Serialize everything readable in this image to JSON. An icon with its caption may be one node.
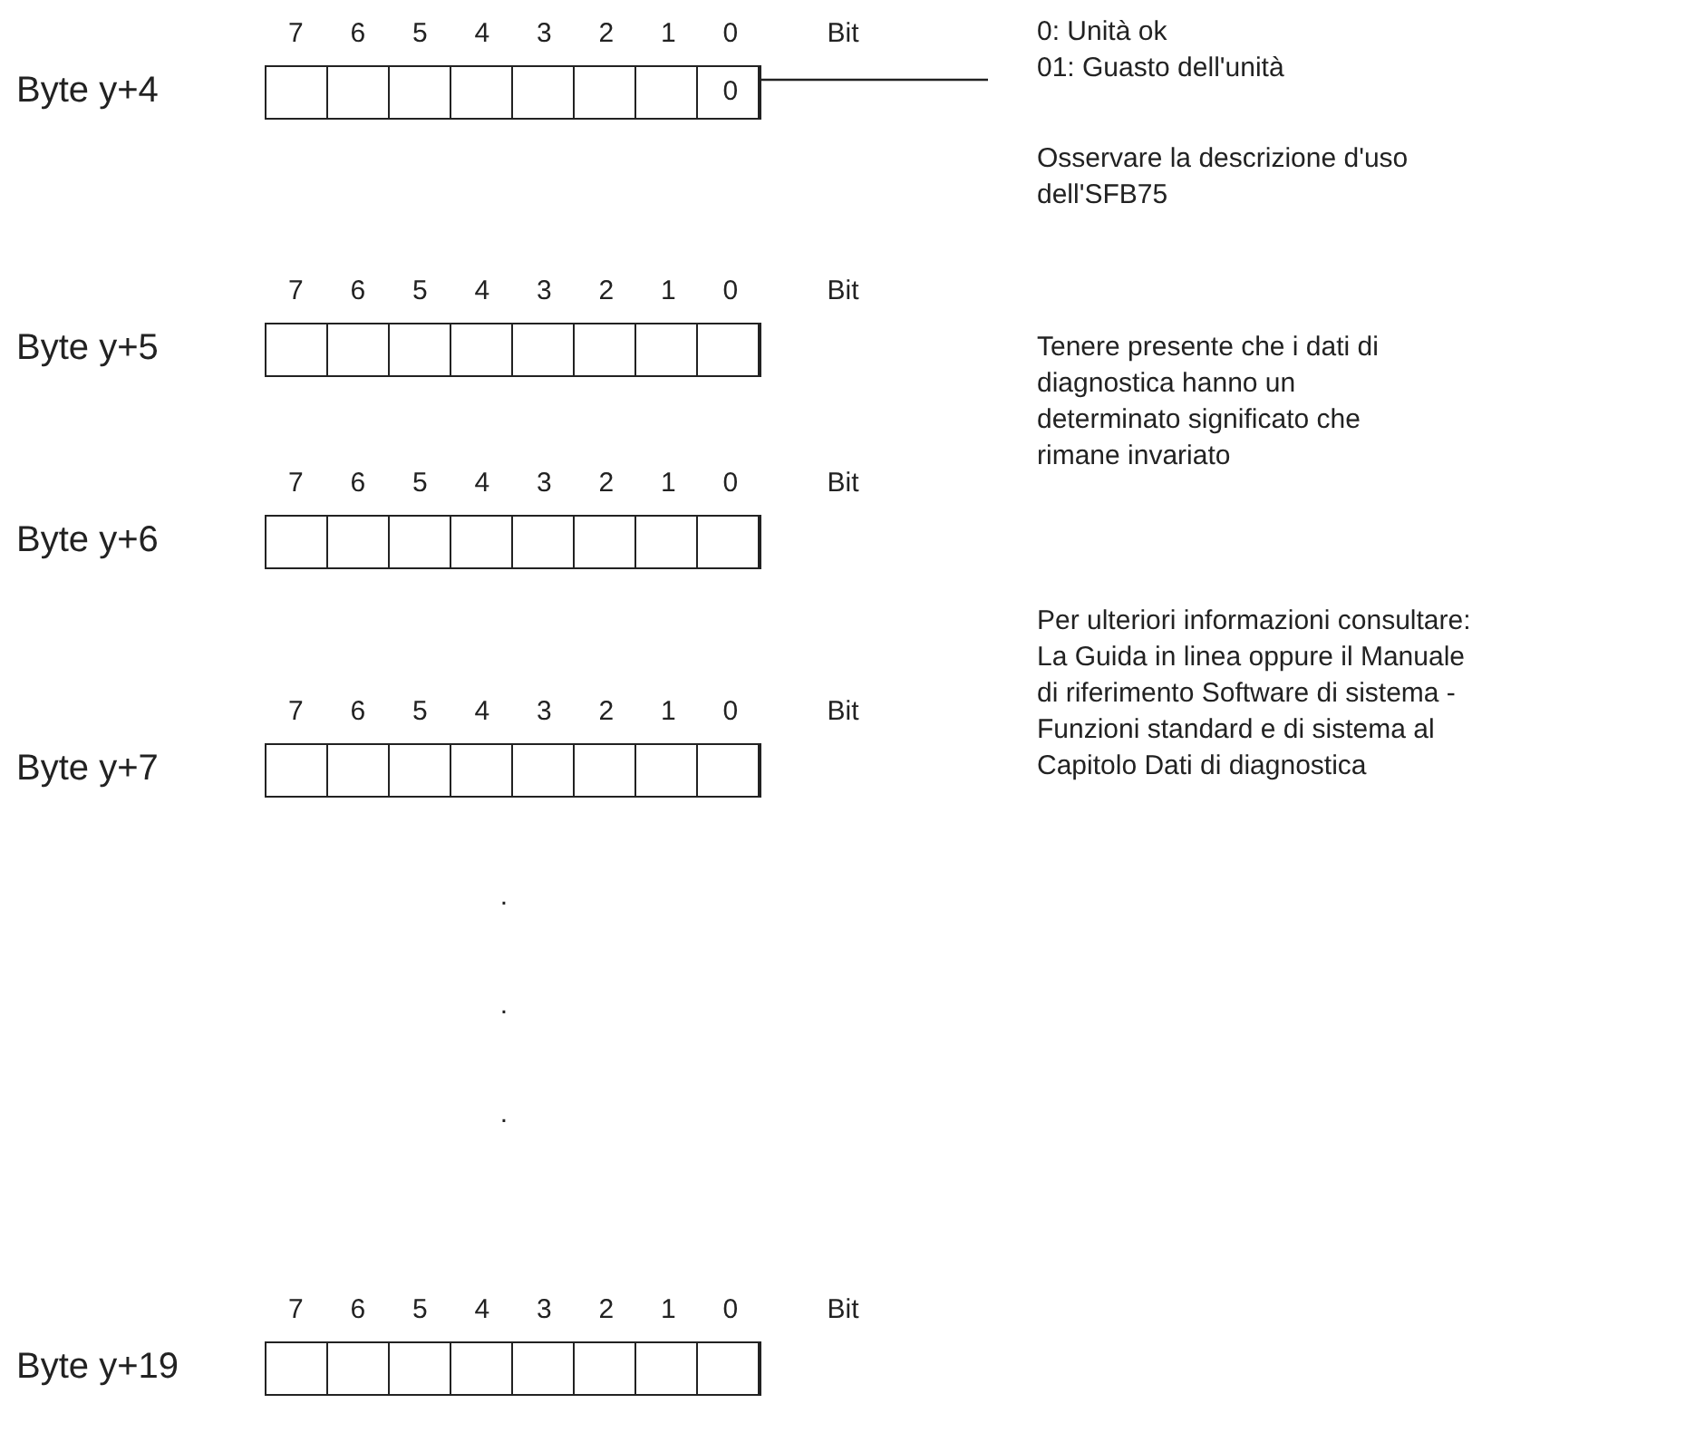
{
  "diagram": {
    "nodes": [
      {
        "text": [
          "Byte y+4"
        ],
        "beside": [
          "7",
          "6",
          "5",
          "4",
          "3",
          "2",
          "1",
          "0",
          "Bit"
        ]
      },
      {
        "text": [
          "Byte y+5"
        ],
        "beside": [
          "7",
          "6",
          "5",
          "4",
          "3",
          "2",
          "1",
          "0",
          "Bit"
        ]
      },
      {
        "text": [
          "Byte y+6"
        ],
        "beside": [
          "7",
          "6",
          "5",
          "4",
          "3",
          "2",
          "1",
          "0",
          "Bit"
        ]
      },
      {
        "text": [
          "Byte y+7"
        ],
        "beside": [
          "7",
          "6",
          "5",
          "4",
          "3",
          "2",
          "1",
          "0",
          "Bit"
        ]
      },
      {
        "text": [
          "Byte y+19"
        ],
        "beside": [
          "7",
          "6",
          "5",
          "4",
          "3",
          "2",
          "1",
          "0",
          "Bit"
        ]
      },
      {
        "text": [
          "0: Unità ok",
          "01: Guasto dell'unità"
        ]
      }
    ],
    "edges": [
      {
        "from": 5,
        "to": 0,
        "arrow": "none"
      }
    ],
    "labels": [
      "0",
      "Osservare la descrizione d'uso dell'SFB75",
      "Tenere presente che i dati di diagnostica hanno un determinato significato che rimane invariato",
      "Per ulteriori informazioni consultare: La Guida in linea oppure il Manuale di riferimento Software di sistema - Funzioni standard e di sistema al Capitolo Dati di diagnostica",
      ".",
      ".",
      "."
    ]
  }
}
